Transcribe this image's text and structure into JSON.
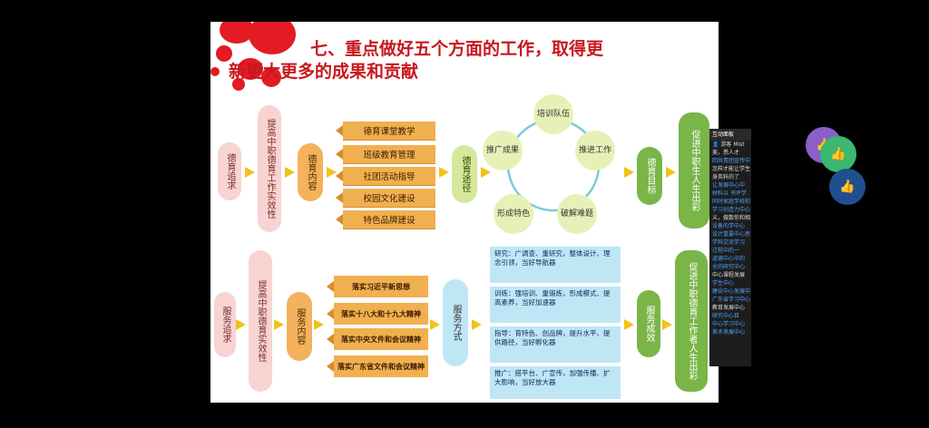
{
  "slide": {
    "title_line1": "七、重点做好五个方面的工作，取得更",
    "title_line2": "新更大更多的成果和贡献"
  },
  "top_row": {
    "start": "德育追求",
    "goal_pill": "提高中职德育工作实效性",
    "content": "德育内容",
    "items": [
      "德育课堂教学",
      "班级教育管理",
      "社团活动指导",
      "校园文化建设",
      "特色品牌建设"
    ],
    "path": "德育途径",
    "cycle": [
      "培训队伍",
      "推进工作",
      "破解难题",
      "形成特色",
      "推广成果"
    ],
    "target": "德育目标",
    "result": "促进中职生人生出彩"
  },
  "bottom_row": {
    "start": "服务追求",
    "goal_pill": "提高中职德育实效性",
    "content": "服务内容",
    "items": [
      "落实习近平新思想",
      "落实十八大和十九大精神",
      "落实中央文件和会议精神",
      "落实广东省文件和会议精神"
    ],
    "method": "服务方式",
    "boxes": [
      "研究：广调查、重研究，整体设计、理念引领，当好导航器",
      "训练：强培训、重锻炼，形成模式、提高素养，当好加速器",
      "指导：育特色、创品牌，提升水平、提供路径，当好孵化器",
      "推广：搭平台、广宣传，加强传播、扩大影响，当好放大器"
    ],
    "effect": "服务成效",
    "result": "促进中职德育工作者人生出彩"
  },
  "side_panel": {
    "header": "互动面板",
    "user": "游客 Mist",
    "lines": [
      "美，悉人才",
      "回共青团宣传中",
      "怎样才能让学生，对出",
      "身英科的了",
      "让发展中心中",
      "材料以 书评学",
      "同时家庭学校和",
      "学习创造力中心",
      "义，做数你和相",
      "设备的学中心",
      "设计重要中心思",
      "学科交流学习",
      "过程中的一",
      "道德中心中的",
      "全的研究中心",
      "中心课程发展",
      "学生中心",
      "建设中心发展中",
      "广东省学习中心",
      "教育发展中心",
      "研究中心目",
      "中心学习中心",
      "美术发展中心"
    ]
  },
  "colors": {
    "red": "#e31b23",
    "orange": "#f1b050",
    "green": "#7ab548",
    "lightblue": "#bfe6f5"
  }
}
